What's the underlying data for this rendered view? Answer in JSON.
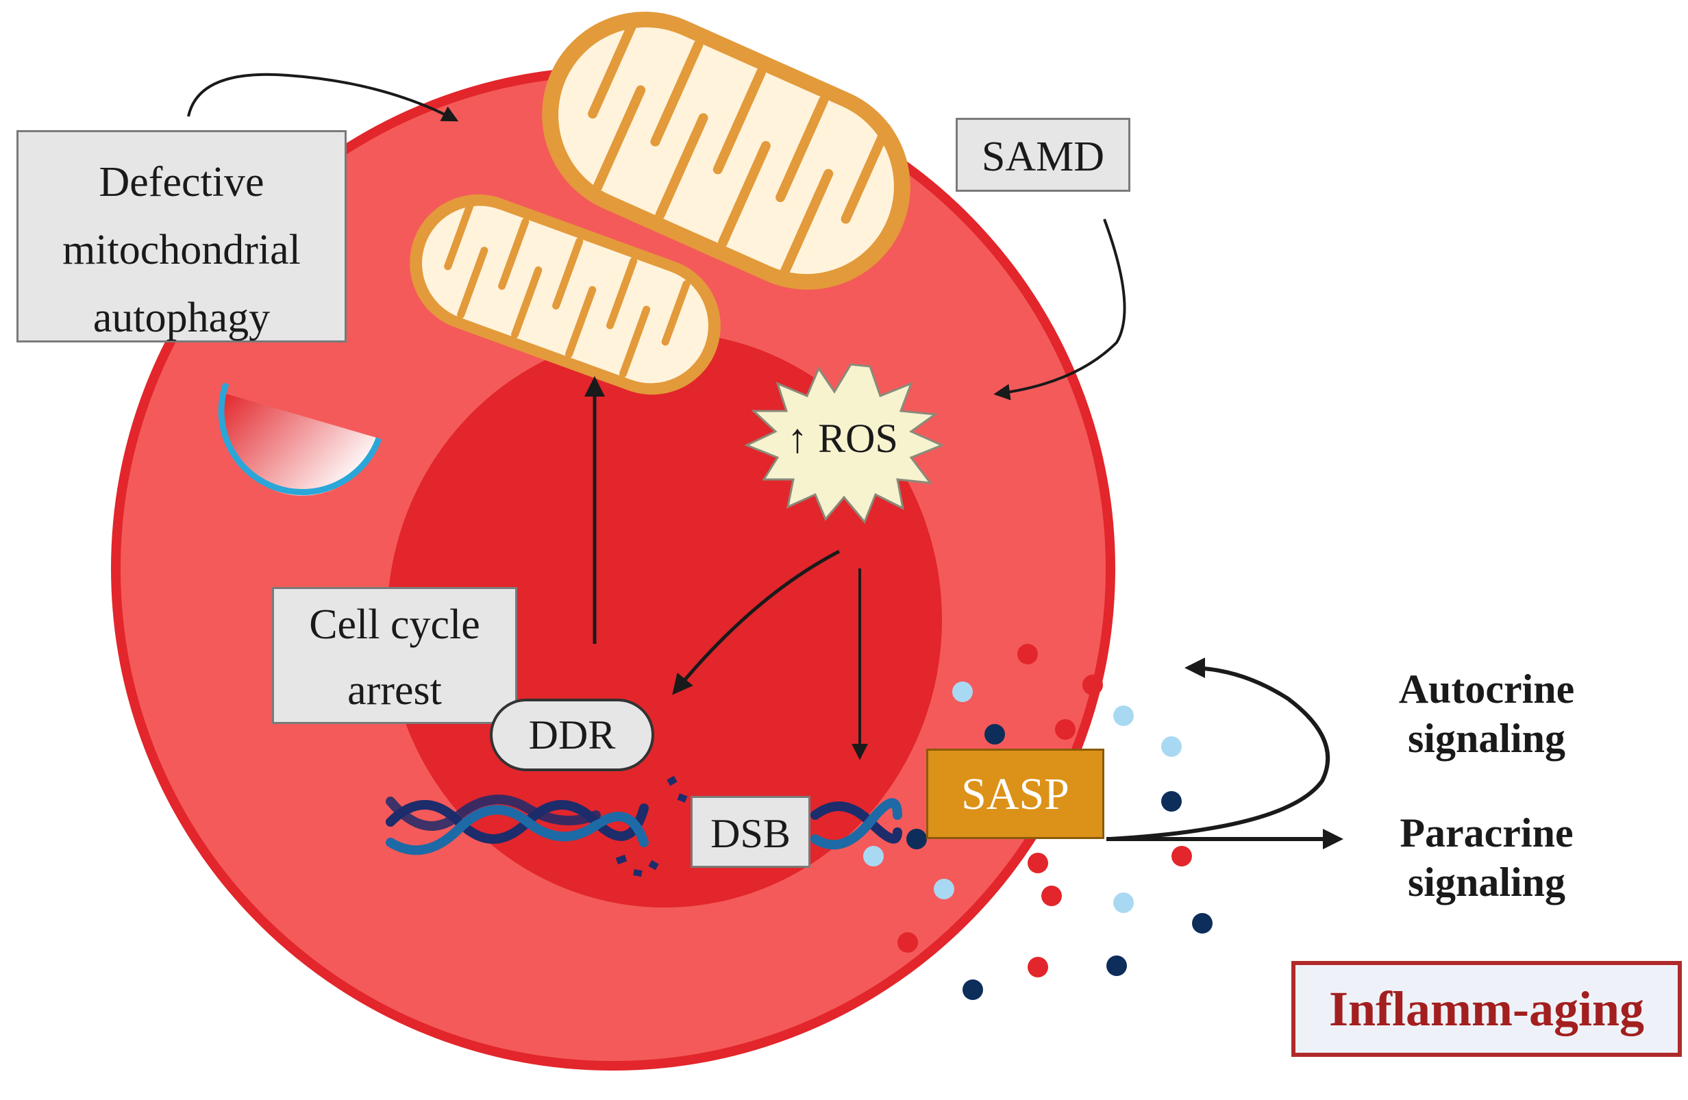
{
  "labels": {
    "defective_line1": "Defective",
    "defective_line2": "mitochondrial",
    "defective_line3": "autophagy",
    "samd": "SAMD",
    "ros": "↑ ROS",
    "cell_cycle_line1": "Cell cycle",
    "cell_cycle_line2": "arrest",
    "ddr": "DDR",
    "dsb": "DSB",
    "sasp": "SASP",
    "autocrine_line1": "Autocrine",
    "autocrine_line2": "signaling",
    "paracrine_line1": "Paracrine",
    "paracrine_line2": "signaling",
    "inflamm_aging": "Inflamm-aging"
  },
  "colors": {
    "cell_outer": "#f45a5a",
    "cell_border": "#e2262b",
    "nucleus": "#e2262b",
    "mito_outer": "#e39a3a",
    "mito_inner": "#fff3dc",
    "ros_burst": "#f7f3cf",
    "dna_dark": "#1d2c6b",
    "dna_light": "#1d6aa6",
    "vesicle_blue": "#2aa6d8",
    "dot_red": "#e2262b",
    "dot_navy": "#0d2d5a",
    "dot_lightblue": "#a9d9f2",
    "sasp": "#dc9218",
    "inflamm_border": "#b02a2a"
  }
}
